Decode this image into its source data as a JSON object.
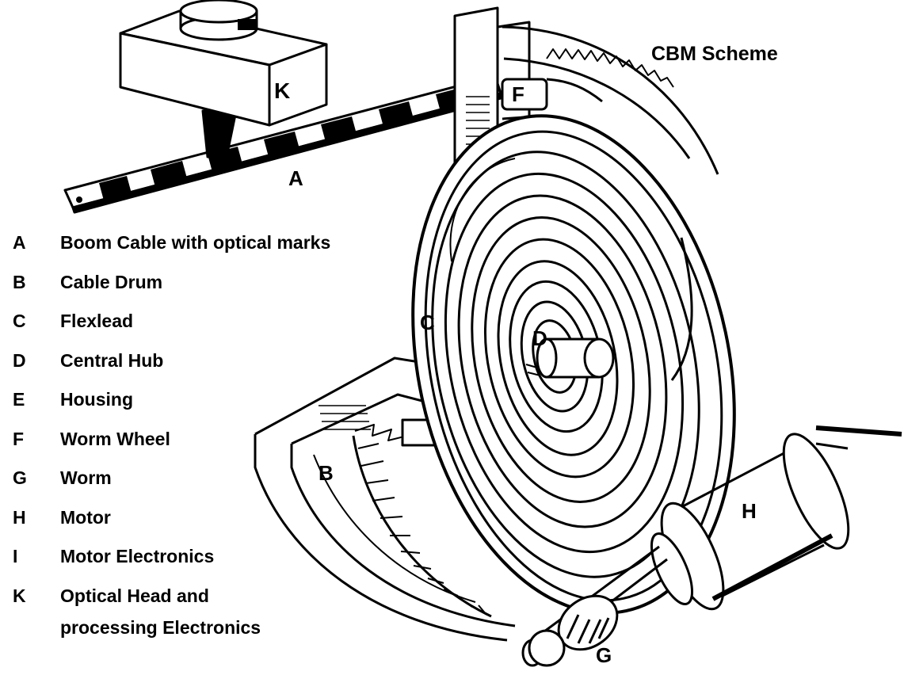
{
  "title": "CBM Scheme",
  "parts": [
    {
      "key": "A",
      "text": "Boom Cable with optical marks"
    },
    {
      "key": "B",
      "text": "Cable Drum"
    },
    {
      "key": "C",
      "text": "Flexlead"
    },
    {
      "key": "D",
      "text": "Central Hub"
    },
    {
      "key": "E",
      "text": "Housing"
    },
    {
      "key": "F",
      "text": "Worm Wheel"
    },
    {
      "key": "G",
      "text": "Worm"
    },
    {
      "key": "H",
      "text": "Motor"
    },
    {
      "key": "I",
      "text": "Motor Electronics"
    },
    {
      "key": "K",
      "text": "Optical Head and",
      "continuation": "processing Electronics"
    }
  ],
  "callouts": {
    "A": "A",
    "B": "B",
    "C": "C",
    "D": "D",
    "F": "F",
    "G": "G",
    "H": "H",
    "K": "K"
  },
  "colors": {
    "ink": "#000000",
    "paper": "#ffffff"
  }
}
